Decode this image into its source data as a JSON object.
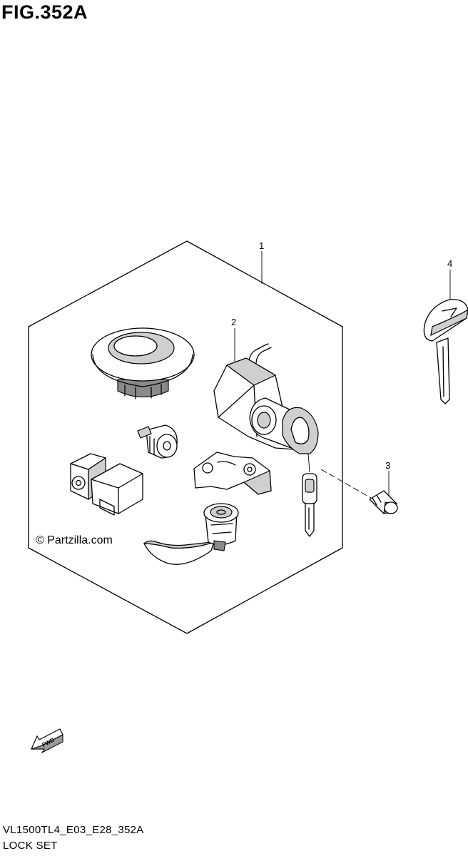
{
  "figure": {
    "title": "FIG.352A",
    "code": "VL1500TL4_E03_E28_352A",
    "name": "LOCK SET"
  },
  "callouts": [
    {
      "id": "1",
      "label": "1"
    },
    {
      "id": "2",
      "label": "2"
    },
    {
      "id": "3",
      "label": "3"
    },
    {
      "id": "4",
      "label": "4"
    }
  ],
  "watermark": "© Partzilla.com",
  "fwd_arrow": {
    "label": "FWD"
  },
  "icons": [
    "fwd-arrow-icon",
    "copyright-icon"
  ]
}
